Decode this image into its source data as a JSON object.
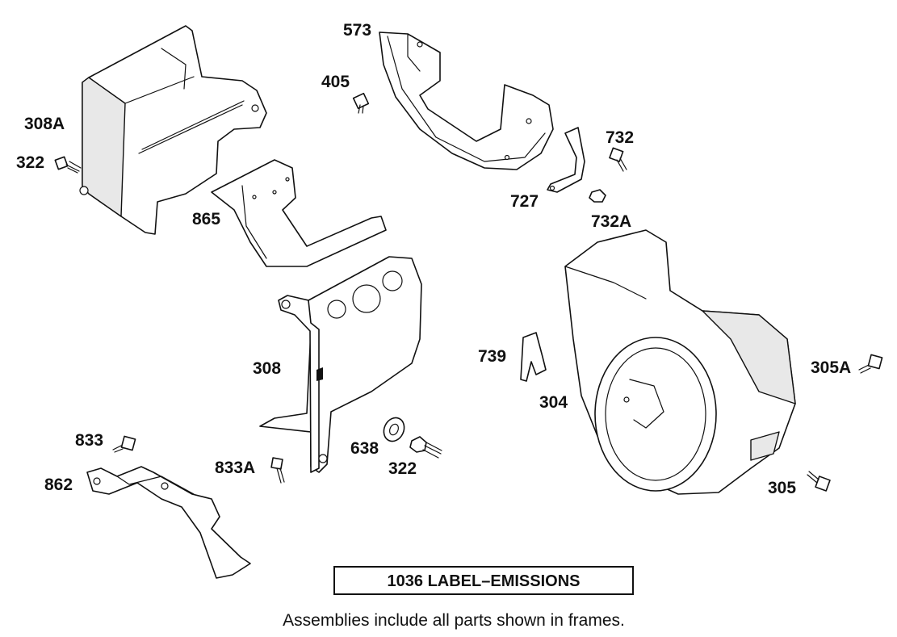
{
  "callouts": [
    {
      "id": "573",
      "text": "573"
    },
    {
      "id": "405",
      "text": "405"
    },
    {
      "id": "308A",
      "text": "308A"
    },
    {
      "id": "322-top",
      "text": "322"
    },
    {
      "id": "732",
      "text": "732"
    },
    {
      "id": "727",
      "text": "727"
    },
    {
      "id": "732A",
      "text": "732A"
    },
    {
      "id": "865",
      "text": "865"
    },
    {
      "id": "308",
      "text": "308"
    },
    {
      "id": "739",
      "text": "739"
    },
    {
      "id": "304",
      "text": "304"
    },
    {
      "id": "305A",
      "text": "305A"
    },
    {
      "id": "833",
      "text": "833"
    },
    {
      "id": "862",
      "text": "862"
    },
    {
      "id": "833A",
      "text": "833A"
    },
    {
      "id": "638",
      "text": "638"
    },
    {
      "id": "322-bottom",
      "text": "322"
    },
    {
      "id": "305",
      "text": "305"
    }
  ],
  "frame_label": "1036 LABEL–EMISSIONS",
  "footnote": "Assemblies include all parts shown in frames."
}
